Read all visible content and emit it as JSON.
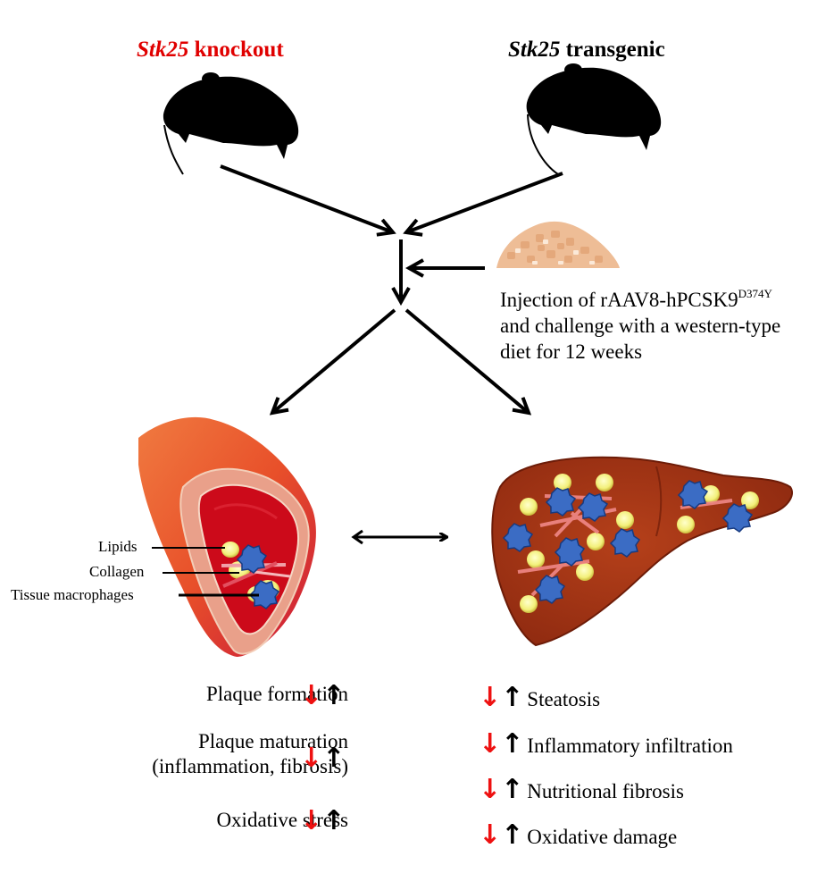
{
  "titles": {
    "knockout": {
      "gene": "Stk25",
      "rest": "knockout"
    },
    "transgenic": {
      "gene": "Stk25",
      "rest": "transgenic"
    }
  },
  "treatment": {
    "line1": "Injection of rAAV8-hPCSK9",
    "line1_sup": "D374Y",
    "line2": "and challenge with a western-type",
    "line3": "diet for 12 weeks"
  },
  "vessel_labels": {
    "lipids": "Lipids",
    "collagen": "Collagen",
    "macrophages": "Tissue macrophages"
  },
  "vessel_effects": [
    {
      "line1": "Plaque formation",
      "line2": ""
    },
    {
      "line1": "Plaque maturation",
      "line2": "(inflammation, fibrosis)"
    },
    {
      "line1": "Oxidative stress",
      "line2": ""
    }
  ],
  "liver_effects": [
    "Steatosis",
    "Inflammatory infiltration",
    "Nutritional fibrosis",
    "Oxidative damage"
  ],
  "arrows": {
    "down": "↓",
    "up": "↑"
  },
  "colors": {
    "knockout": "#e00000",
    "down_arrow": "#ee1111",
    "up_arrow": "#000000"
  }
}
